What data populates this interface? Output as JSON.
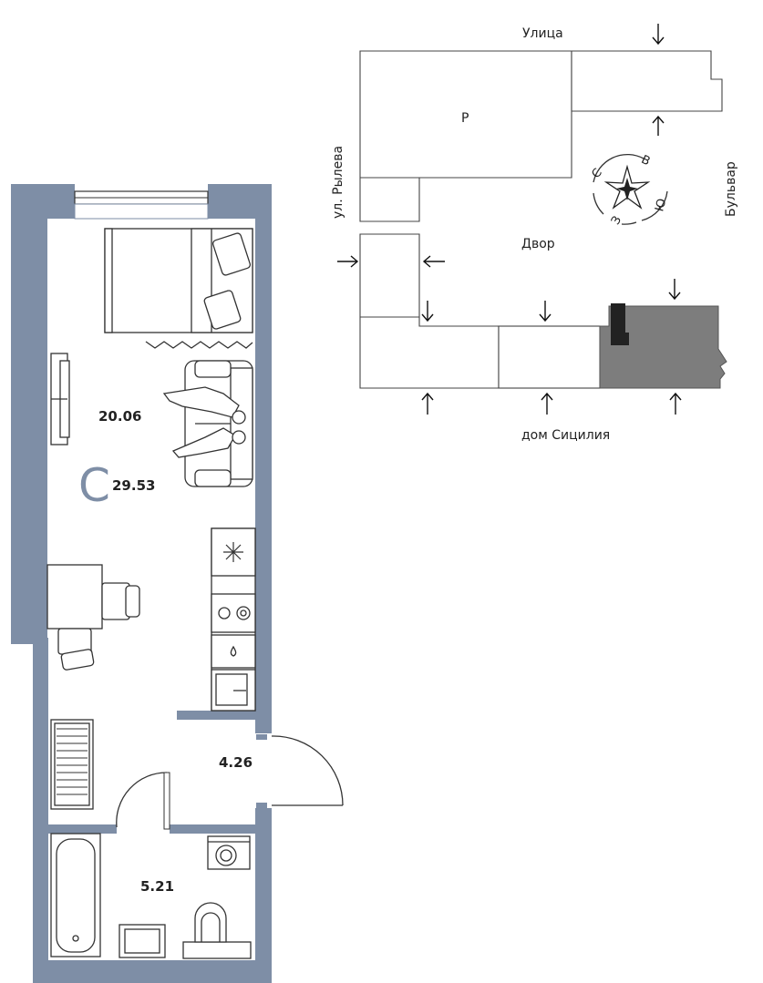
{
  "colors": {
    "wall": "#7e8ea6",
    "line": "#333333",
    "highlight": "#7d7d7d",
    "accent_letter": "#7e8ea6"
  },
  "apartment": {
    "type_letter": "С",
    "total_area": "29.53",
    "rooms": [
      {
        "area": "20.06"
      },
      {
        "area": "4.26"
      },
      {
        "area": "5.21"
      }
    ]
  },
  "site_plan": {
    "labels": {
      "street": "Улица",
      "rylev": "ул. Рылева",
      "boulevard": "Бульвар",
      "yard": "Двор",
      "sicily": "дом Сицилия",
      "parking": "Р"
    },
    "compass": {
      "north": "С",
      "east": "В",
      "south": "Ю",
      "west": "З"
    }
  }
}
